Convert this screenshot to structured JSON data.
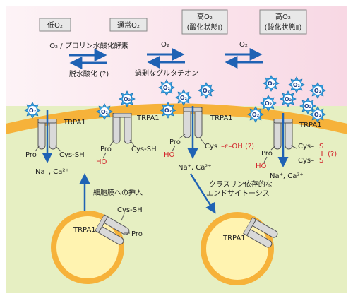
{
  "states": [
    {
      "label": "低O₂"
    },
    {
      "label": "通常O₂"
    },
    {
      "label": "高O₂",
      "sub": "(酸化状態Ⅰ)"
    },
    {
      "label": "高O₂",
      "sub": "(酸化状態Ⅱ)"
    }
  ],
  "transitions": {
    "t1_top": "O₂ / プロリン水酸化酵素",
    "t1_bottom": "脱水酸化 (?)",
    "t2_top": "O₂",
    "t2_bottom": "過剰なグルタチオン",
    "t3_top": "O₂"
  },
  "channel": {
    "name": "TRPA1",
    "o2": "O₂",
    "pro": "Pro",
    "ho": "HO",
    "cys_sh": "Cys-SH",
    "cys": "Cys",
    "epsilon_oh": "–ε–OH (?)",
    "cys_top": "Cys–",
    "cys_bottom": "Cys–",
    "s_top": "S",
    "s_bottom": "S",
    "q": "(?)",
    "ions": "Na⁺, Ca²⁺"
  },
  "vesicle": {
    "insertion": "細胞膜への挿入",
    "endocytosis_line1": "クラスリン依存的な",
    "endocytosis_line2": "エンドサイトーシス",
    "trpa1": "TRPA1",
    "cys_sh": "Cys-SH",
    "pro": "Pro"
  },
  "colors": {
    "top_bg": "#fbe4ec",
    "cell_bg": "#e6efc2",
    "membrane": "#f6b23a",
    "arrow": "#1f62b4",
    "star": "#3aa0e0"
  }
}
